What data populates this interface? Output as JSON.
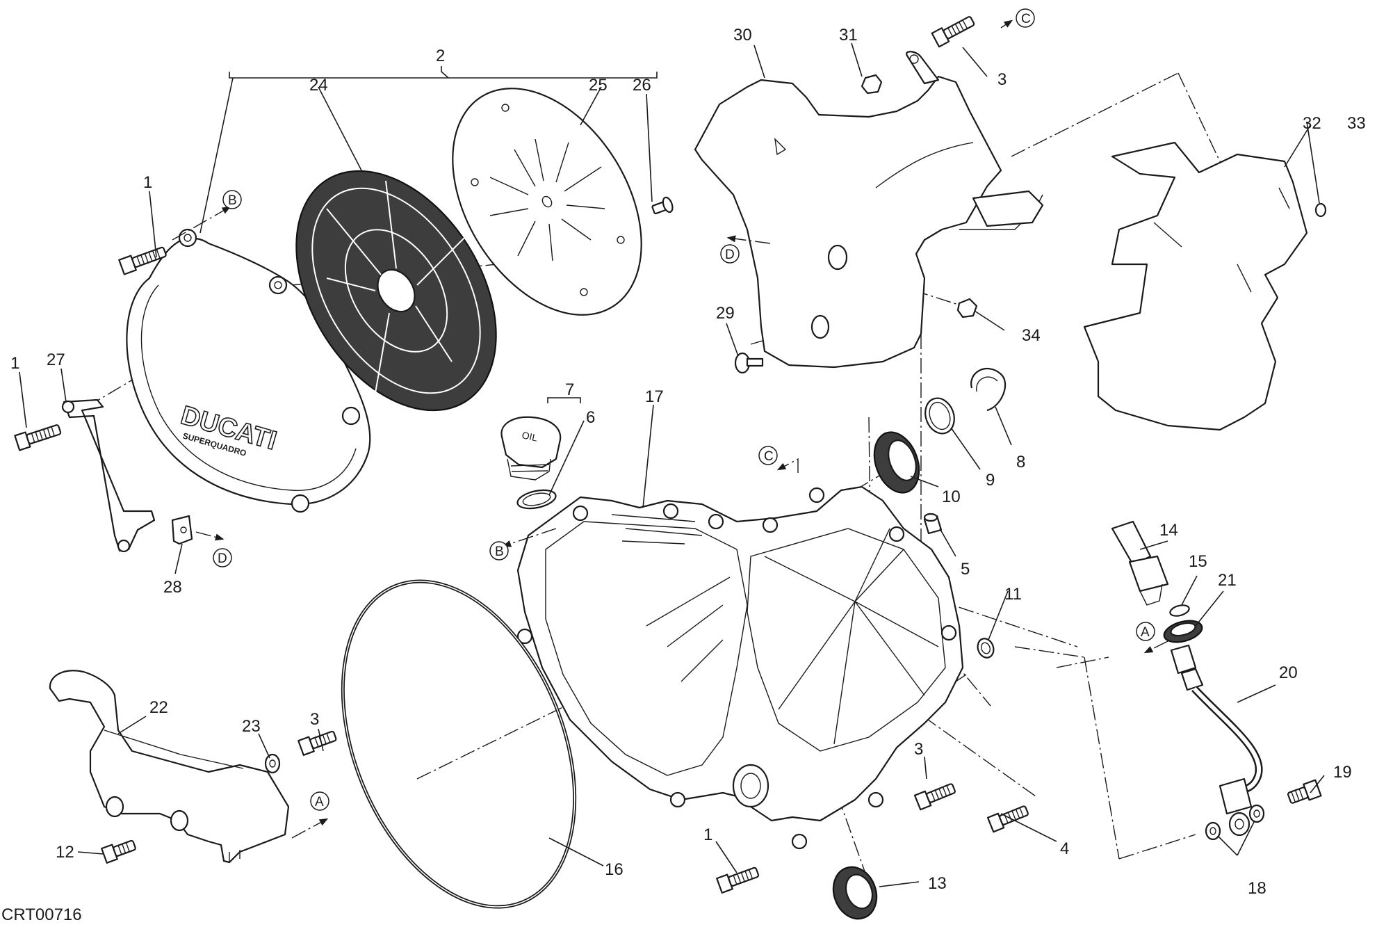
{
  "figure": {
    "code": "CRT00716",
    "callouts": {
      "c1": "1",
      "c2": "2",
      "c3": "3",
      "c4": "4",
      "c5": "5",
      "c6": "6",
      "c7": "7",
      "c8": "8",
      "c9": "9",
      "c10": "10",
      "c11": "11",
      "c12": "12",
      "c13": "13",
      "c14": "14",
      "c15": "15",
      "c16": "16",
      "c17": "17",
      "c18": "18",
      "c19": "19",
      "c20": "20",
      "c21": "21",
      "c22": "22",
      "c23": "23",
      "c24": "24",
      "c25": "25",
      "c26": "26",
      "c27": "27",
      "c28": "28",
      "c29": "29",
      "c30": "30",
      "c31": "31",
      "c32": "32",
      "c33": "33",
      "c34": "34"
    },
    "refs": {
      "a": "A",
      "b": "B",
      "c": "C",
      "d": "D"
    },
    "cover_logo": {
      "line1": "DUCATI",
      "line2": "SUPERQUADRO"
    },
    "oil_cap_text": "OIL"
  }
}
